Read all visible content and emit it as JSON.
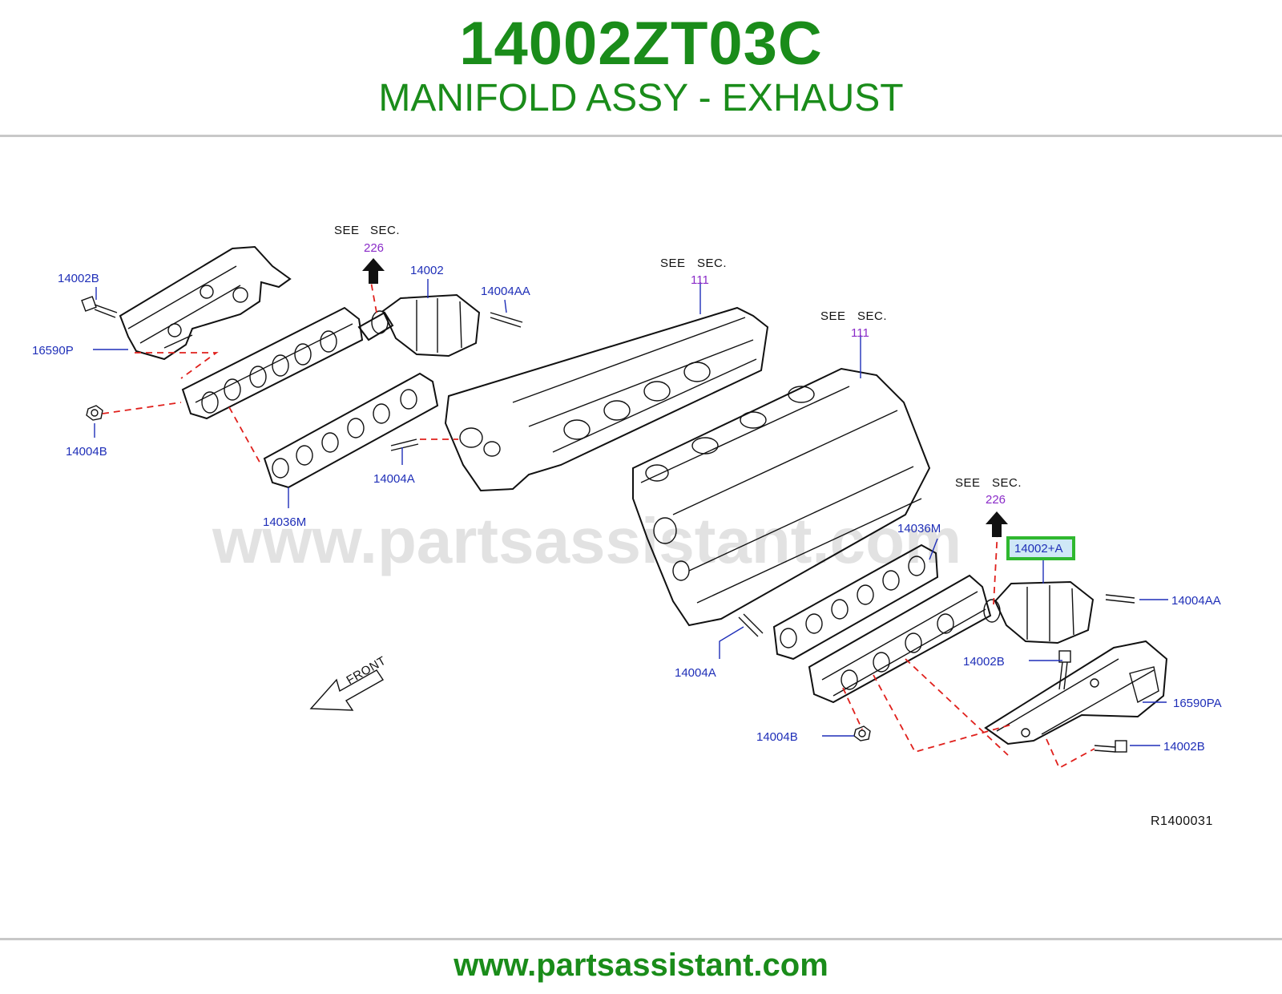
{
  "header": {
    "part_number": "14002ZT03C",
    "part_name": "MANIFOLD ASSY - EXHAUST"
  },
  "diagram": {
    "callouts": {
      "c14002B_top": "14002B",
      "c16590P": "16590P",
      "c14004B_left": "14004B",
      "c14002_top": "14002",
      "c14004AA_top": "14004AA",
      "c14004A_left": "14004A",
      "c14036M_left": "14036M",
      "c14036M_right": "14036M",
      "c14002A_highlight": "14002+A",
      "c14004AA_right": "14004AA",
      "c14004A_right": "14004A",
      "c14002B_mid": "14002B",
      "c16590PA": "16590PA",
      "c14004B_right": "14004B",
      "c14002B_bottom": "14002B"
    },
    "see_sec": [
      {
        "see": "SEE",
        "sec": "SEC.",
        "num": "226"
      },
      {
        "see": "SEE",
        "sec": "SEC.",
        "num": "111"
      },
      {
        "see": "SEE",
        "sec": "SEC.",
        "num": "111"
      },
      {
        "see": "SEE",
        "sec": "SEC.",
        "num": "226"
      }
    ],
    "front_label": "FRONT",
    "figure_code": "R1400031",
    "watermark": "www.partsassistant.com",
    "highlight_color": "#2fb82f"
  },
  "footer": {
    "site": "www.partsassistant.com"
  }
}
